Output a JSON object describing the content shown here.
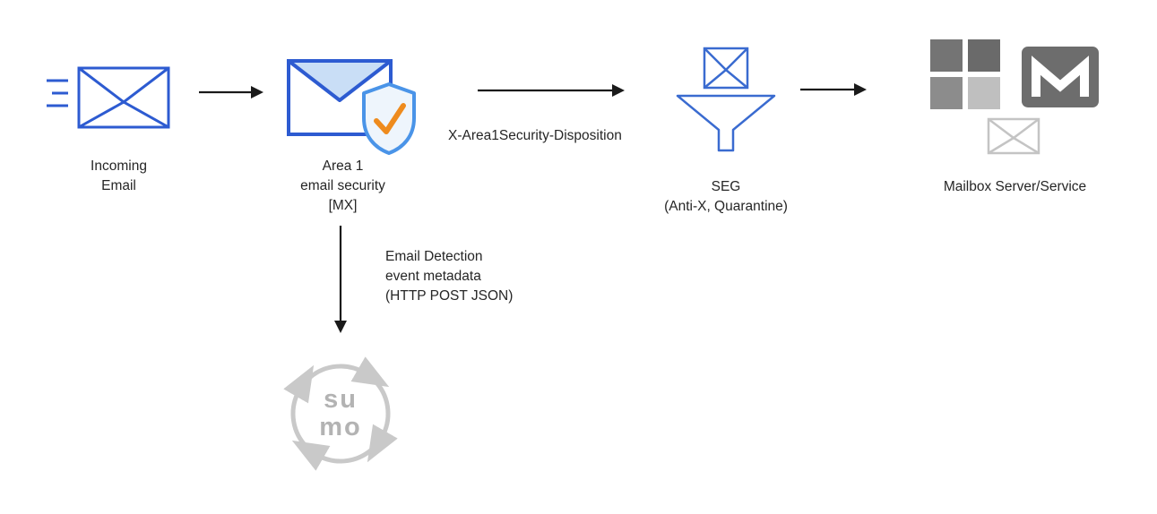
{
  "nodes": {
    "incoming": {
      "line1": "Incoming",
      "line2": "Email"
    },
    "area1": {
      "line1": "Area 1",
      "line2": "email security",
      "line3": "[MX]"
    },
    "seg": {
      "line1": "SEG",
      "line2": "(Anti-X, Quarantine)"
    },
    "mailbox": {
      "label": "Mailbox Server/Service"
    }
  },
  "edges": {
    "disposition": {
      "label": "X-Area1Security-Disposition"
    },
    "metadata": {
      "line1": "Email Detection",
      "line2": "event metadata",
      "line3": "(HTTP POST JSON)"
    }
  },
  "sumo_logo": {
    "line1": "su",
    "line2": "mo"
  },
  "icons": {
    "incoming-email": "envelope-outline-blue-with-speed-lines",
    "area1-security": "envelope-with-shield-check",
    "seg-filter": "envelope-over-funnel",
    "microsoft": "four-squares-grid",
    "gmail": "dark-envelope-white-m",
    "generic-mail": "envelope-outline-gray",
    "sumo-logic": "circular-arrows-logo"
  },
  "colors": {
    "node_blue": "#2d5bd1",
    "shield_blue": "#4a94e8",
    "check_orange": "#ee8b1e",
    "arrow_black": "#1a1a1a",
    "sumo_gray": "#c9c9c9"
  }
}
